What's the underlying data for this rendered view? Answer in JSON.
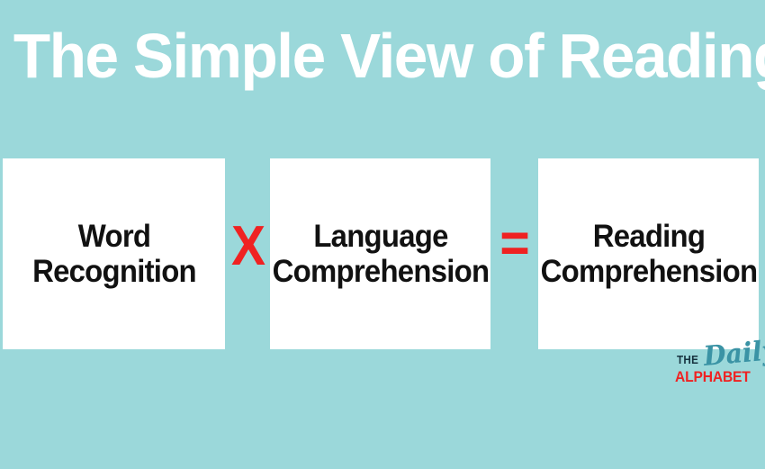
{
  "poster": {
    "background_color": "#9bd8da",
    "title": "The Simple View of Reading"
  },
  "equation": {
    "terms": [
      {
        "id": "word-recognition",
        "line1": "Word",
        "line2": "Recognition",
        "box_color": "#ffffff",
        "text_color": "#111111"
      },
      {
        "id": "language-comprehension",
        "line1": "Language",
        "line2": "Comprehension",
        "box_color": "#ffffff",
        "text_color": "#111111"
      },
      {
        "id": "reading-comprehension",
        "line1": "Reading",
        "line2": "Comprehension",
        "box_color": "#ffffff",
        "text_color": "#111111"
      }
    ],
    "operators": {
      "multiply": "X",
      "equals": "=",
      "color": "#ef2222"
    }
  },
  "logo": {
    "the": "THE",
    "daily": "Daily",
    "alphabet": "ALPHABET",
    "the_color": "#16323f",
    "daily_color": "#3a93a5",
    "alphabet_color": "#ef2222"
  }
}
